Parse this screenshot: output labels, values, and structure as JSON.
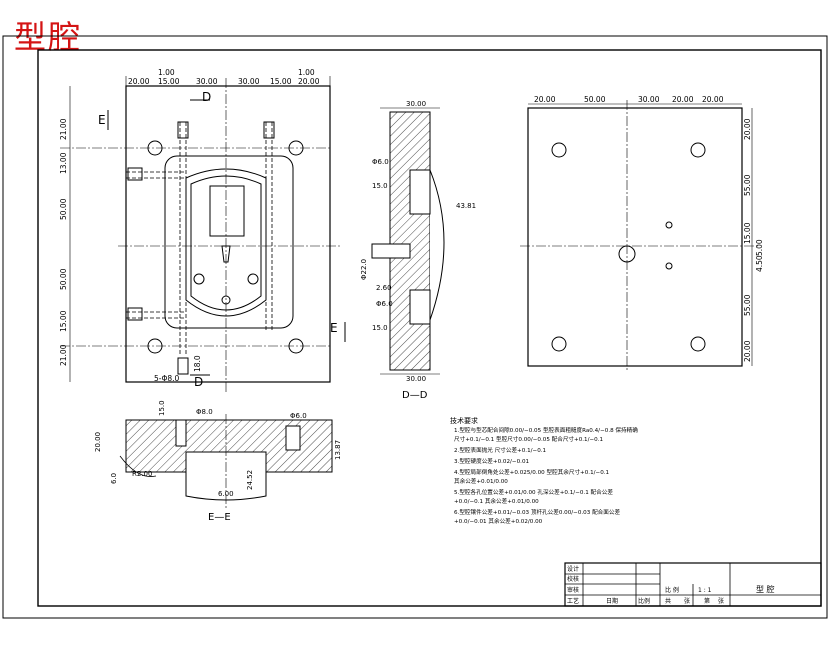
{
  "header": {
    "title": "型腔"
  },
  "views": {
    "front": {
      "section_mark_d_top": "D",
      "section_mark_d_bottom": "D",
      "section_mark_e_left": "E",
      "section_mark_e_right": "E",
      "dims_top": [
        "20.00",
        "1.00",
        "15.00",
        "30.00",
        "30.00",
        "15.00",
        "1.00",
        "20.00"
      ],
      "dims_left": [
        "21.00",
        "13.00",
        "50.00",
        "50.00",
        "15.00",
        "21.00"
      ],
      "hole_note": "5-Φ8.0",
      "small_dim": "18.0"
    },
    "section_dd": {
      "caption": "D—D",
      "width_top": "30.00",
      "width_bottom": "30.00",
      "labels": [
        "Φ6.0",
        "15.0",
        "43.81",
        "Φ22.0",
        "2.60",
        "Φ6.0",
        "15.0"
      ]
    },
    "section_ee": {
      "caption": "E—E",
      "labels": [
        "15.0",
        "Φ8.0",
        "Φ6.0",
        "20.00",
        "R2.00",
        "6.0",
        "6.00",
        "24.52",
        "13.87"
      ]
    },
    "right": {
      "dims_top": [
        "20.00",
        "50.00",
        "30.00",
        "20.00",
        "20.00"
      ],
      "dims_right": [
        "20.00",
        "55.00",
        "15.00",
        "5.00",
        "4.50",
        "55.00",
        "20.00"
      ]
    }
  },
  "notes": {
    "heading": "技术要求",
    "lines": [
      "1.型腔与型芯配合间隙0.00/−0.05 型腔表面粗糙度Ra0.4/−0.8 保持精确",
      "  尺寸+0.1/−0.1 型腔尺寸0.00/−0.05 配合尺寸+0.1/−0.1",
      "2.型腔表面抛光 尺寸公差+0.1/−0.1",
      "3.型腔硬度公差+0.02/−0.01",
      "4.型腔局部倒角处公差+0.025/0.00 型腔其余尺寸+0.1/−0.1",
      "  其余公差+0.01/0.00",
      "5.型腔各孔位置公差+0.01/0.00 孔深公差+0.1/−0.1 配合公差",
      "  +0.0/−0.1 其余公差+0.01/0.00",
      "6.型腔镶件公差+0.01/−0.03 顶杆孔公差0.00/−0.03 配合面公差",
      "  +0.0/−0.01 其余公差+0.02/0.00"
    ]
  },
  "title_block": {
    "left_labels": [
      "设计",
      "校核",
      "审核",
      "工艺"
    ],
    "left_sub": [
      "日期",
      "比例"
    ],
    "scale_label": "比 例",
    "scale_value": "1 : 1",
    "name": "型 腔",
    "bottom_cells": [
      "共",
      "张",
      "第",
      "张"
    ]
  },
  "colors": {
    "ink": "#000000",
    "title": "#d41414"
  }
}
